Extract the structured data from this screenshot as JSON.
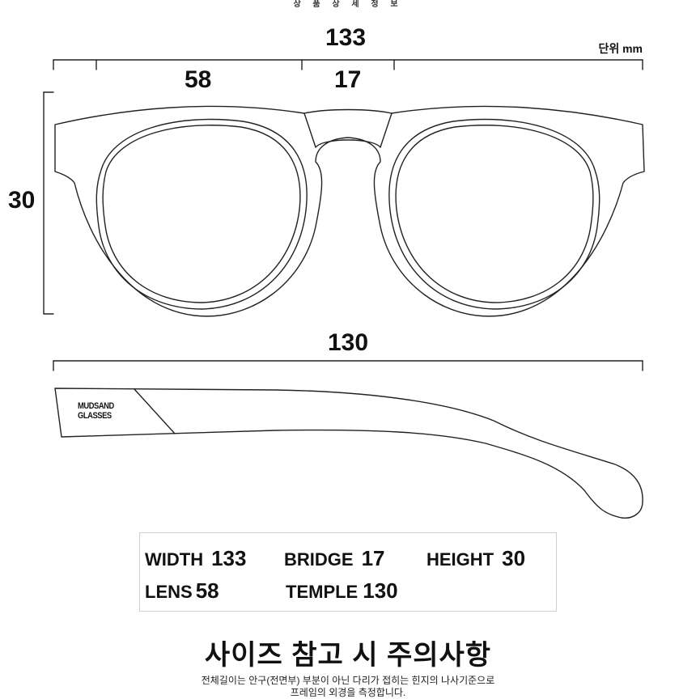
{
  "header": {
    "title": "상 품 상 세 정 보"
  },
  "front_view": {
    "total_width": "133",
    "lens_width": "58",
    "bridge": "17",
    "height": "30",
    "unit": "단위 mm"
  },
  "side_view": {
    "temple_length": "130",
    "brand_line1": "MUDSAND",
    "brand_line2": "GLASSES"
  },
  "specs": [
    {
      "key": "WIDTH",
      "value": "133"
    },
    {
      "key": "BRIDGE",
      "value": "17"
    },
    {
      "key": "HEIGHT",
      "value": "30"
    },
    {
      "key": "LENS",
      "value": "58"
    },
    {
      "key": "TEMPLE",
      "value": "130"
    }
  ],
  "notice": {
    "title": "사이즈 참고 시 주의사항",
    "line1": "전체길이는 안구(전면부) 부분이 아닌 다리가 접히는 힌지의 나사기준으로",
    "line2": "프레임의 외경을 측정합니다."
  }
}
